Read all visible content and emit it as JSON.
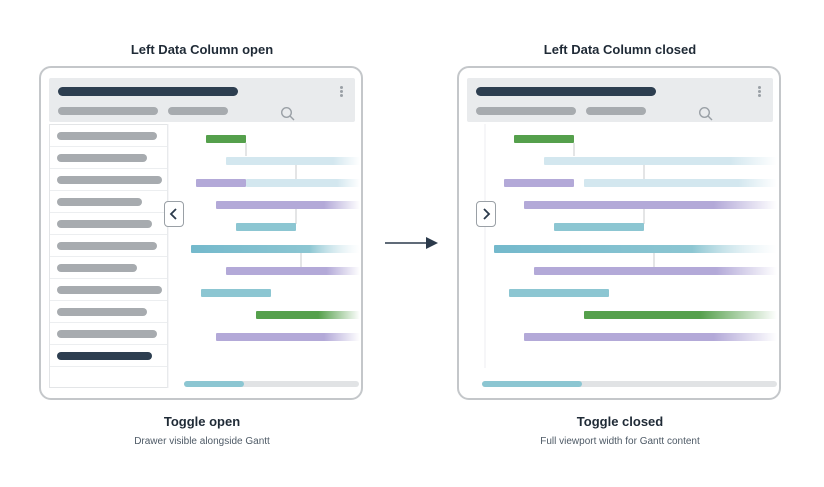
{
  "panels": [
    {
      "title": "Left Data Column open",
      "caption_title": "Toggle open",
      "caption_sub": "Drawer visible alongside Gantt",
      "toggle_icon": "chevron-left-icon",
      "drawer_open": true
    },
    {
      "title": "Left Data Column closed",
      "caption_title": "Toggle closed",
      "caption_sub": "Full viewport width for Gantt content",
      "toggle_icon": "chevron-right-icon",
      "drawer_open": false
    }
  ],
  "colors": {
    "title_bar": "#2d3e50",
    "placeholder": "#a7abaf",
    "green": "#55a04c",
    "light_blue": "#d3e7ef",
    "purple": "#b3a9d8",
    "teal": "#8cc6d2",
    "mid_teal": "#74b9cc",
    "scrollbar": "#8cc6d2",
    "scroll_track": "#e1e3e5",
    "arrow": "#2b3a4b"
  }
}
